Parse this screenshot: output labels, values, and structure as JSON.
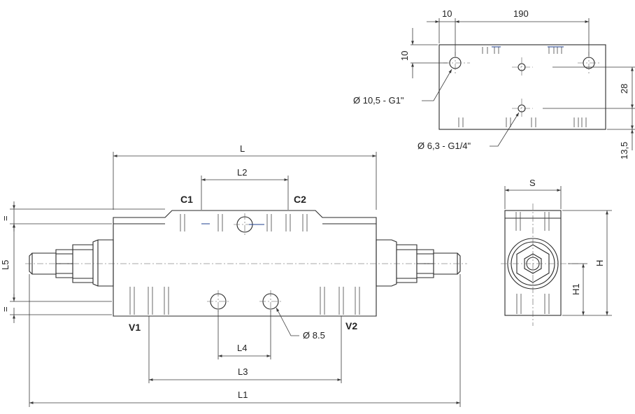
{
  "ports": {
    "c1": "C1",
    "c2": "C2",
    "v1": "V1",
    "v2": "V2"
  },
  "dims": {
    "L": "L",
    "L1": "L1",
    "L2": "L2",
    "L3": "L3",
    "L4": "L4",
    "L5": "L5",
    "S": "S",
    "H": "H",
    "H1": "H1",
    "d10": "10",
    "d190": "190",
    "d10v": "10",
    "d28": "28",
    "d13_5": "13,5",
    "eq": "="
  },
  "callouts": {
    "hole_large": "Ø 10,5 - G1\"",
    "hole_small": "Ø 6,3 - G1/4\"",
    "hole_v": "Ø 8.5"
  }
}
